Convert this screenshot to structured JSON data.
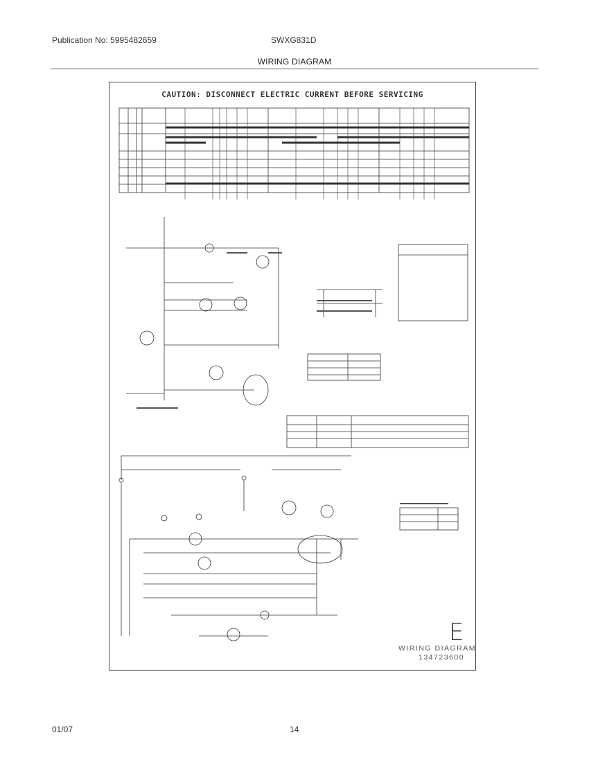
{
  "header": {
    "publication": "Publication No: 5995482659",
    "model": "SWXG831D",
    "title": "WIRING DIAGRAM"
  },
  "diagram": {
    "caution": "CAUTION:  DISCONNECT  ELECTRIC  CURRENT  BEFORE  SERVICING",
    "page_letter": "E",
    "label": "WIRING DIAGRAM",
    "number": "134723600"
  },
  "footer": {
    "date": "01/07",
    "page": "14"
  }
}
